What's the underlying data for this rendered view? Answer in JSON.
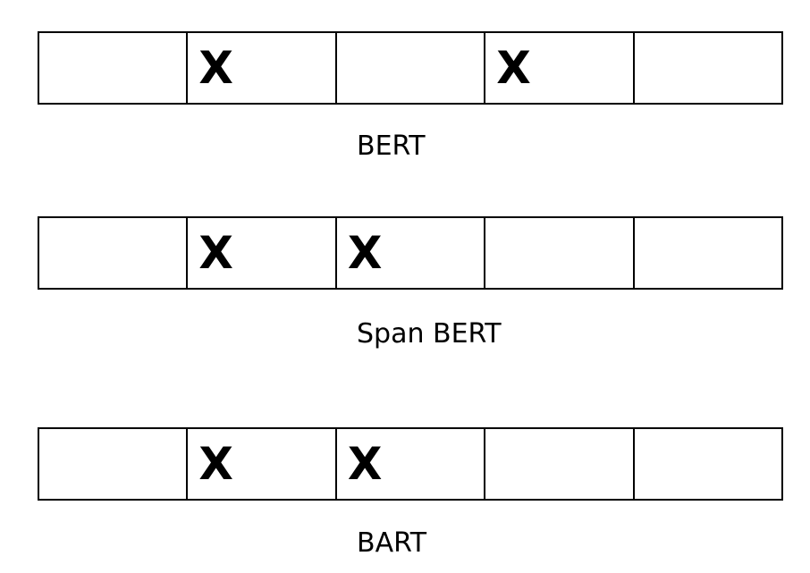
{
  "mask_symbol": "X",
  "diagrams": [
    {
      "label": "BERT",
      "cells": [
        "",
        "X",
        "",
        "X",
        ""
      ]
    },
    {
      "label": "Span BERT",
      "cells": [
        "",
        "X",
        "X",
        "",
        ""
      ]
    },
    {
      "label": "BART",
      "cells": [
        "",
        "X",
        "X",
        "",
        ""
      ]
    }
  ]
}
